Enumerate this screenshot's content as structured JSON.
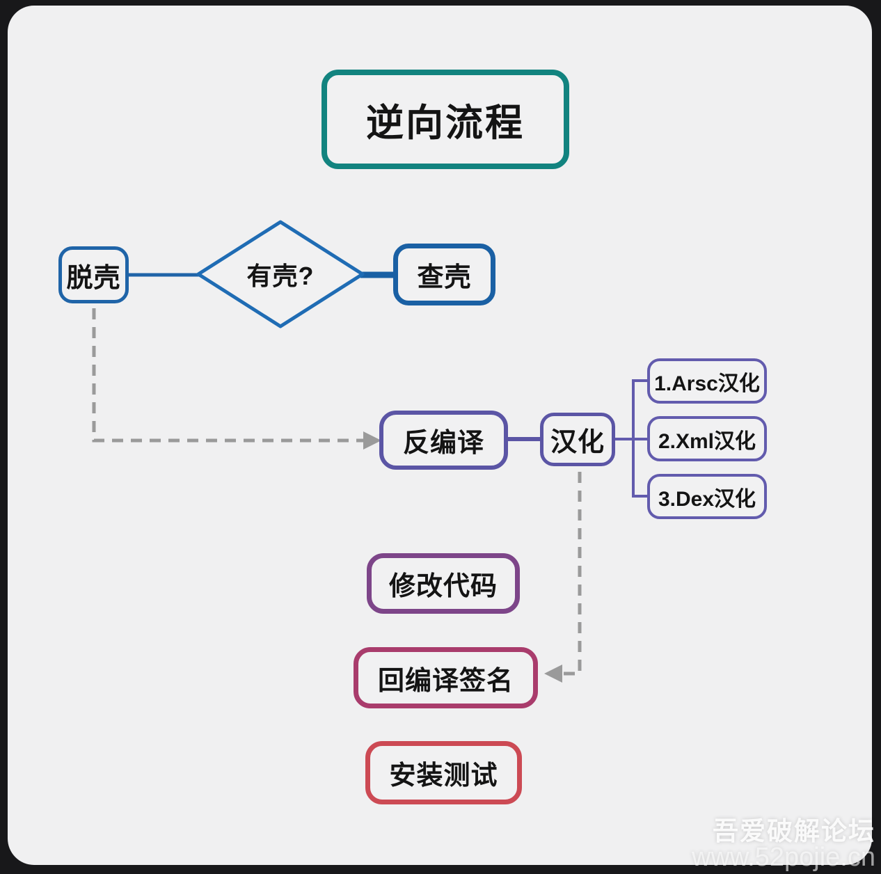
{
  "diagram": {
    "title": {
      "label": "逆向流程"
    },
    "nodes": {
      "check_shell": {
        "label": "查壳"
      },
      "has_shell": {
        "label": "有壳?"
      },
      "unpack_shell": {
        "label": "脱壳"
      },
      "decompile": {
        "label": "反编译"
      },
      "localize": {
        "label": "汉化"
      },
      "arsc_localize": {
        "label": "1.Arsc汉化"
      },
      "xml_localize": {
        "label": "2.Xml汉化"
      },
      "dex_localize": {
        "label": "3.Dex汉化"
      },
      "modify_code": {
        "label": "修改代码"
      },
      "recompile_sign": {
        "label": "回编译签名"
      },
      "install_test": {
        "label": "安装测试"
      }
    },
    "colors": {
      "canvas_background": "#18181a",
      "card_background": "#f0f0f1",
      "title_border": "#12837f",
      "check_shell_border": "#1a60a4",
      "unpack_border": "#1f64a8",
      "diamond_border": "#1f6cb4",
      "decompile_border": "#5b55a5",
      "localize_border": "#5b55a5",
      "sub_localize_border": "#625bad",
      "modify_code_border": "#7d4589",
      "recompile_border": "#a93c6c",
      "install_border": "#cc4a54",
      "dashed_arrow": "#9a9a9a",
      "text": "#141414"
    },
    "watermark": {
      "line1": "吾爱破解论坛",
      "line2": "www.52pojie.cn"
    }
  }
}
